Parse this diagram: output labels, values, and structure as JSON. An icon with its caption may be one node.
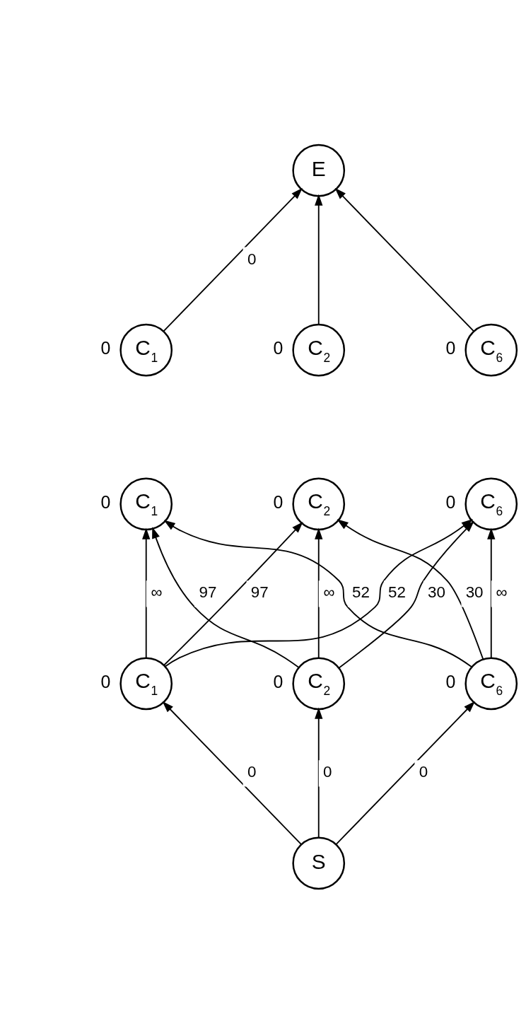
{
  "diagram": {
    "nodes": [
      {
        "text": [
          "S"
        ]
      },
      {
        "text": [
          "C$_{1}$"
        ],
        "beside": [
          "0"
        ]
      },
      {
        "text": [
          "C$_{2}$"
        ],
        "beside": [
          "0"
        ]
      },
      {
        "text": [
          "C$_{6}$"
        ],
        "beside": [
          "0"
        ]
      },
      {
        "text": [
          "C$_{1}$"
        ],
        "beside": [
          "0"
        ]
      },
      {
        "text": [
          "C$_{2}$"
        ],
        "beside": [
          "0"
        ]
      },
      {
        "text": [
          "C$_{6}$"
        ],
        "beside": [
          "0"
        ]
      },
      {
        "text": [
          "C$_{1}$"
        ],
        "beside": [
          "0"
        ]
      },
      {
        "text": [
          "C$_{2}$"
        ],
        "beside": [
          "0"
        ]
      },
      {
        "text": [
          "C$_{6}$"
        ],
        "beside": [
          "0"
        ]
      },
      {
        "text": [
          "E"
        ]
      }
    ],
    "edges": [
      {
        "from": 0,
        "to": 1,
        "arrow": "to",
        "label": "0"
      },
      {
        "from": 0,
        "to": 2,
        "arrow": "to",
        "label": "0"
      },
      {
        "from": 0,
        "to": 3,
        "arrow": "to",
        "label": "0"
      },
      {
        "from": 1,
        "to": 4,
        "arrow": "to",
        "label": "∞"
      },
      {
        "from": 1,
        "to": 5,
        "arrow": "to",
        "label": "97"
      },
      {
        "from": 1,
        "to": 6,
        "arrow": "to",
        "label": "52"
      },
      {
        "from": 2,
        "to": 4,
        "arrow": "to",
        "label": "97"
      },
      {
        "from": 2,
        "to": 5,
        "arrow": "to",
        "label": "∞"
      },
      {
        "from": 2,
        "to": 6,
        "arrow": "to",
        "label": "30"
      },
      {
        "from": 3,
        "to": 4,
        "arrow": "to",
        "label": "52"
      },
      {
        "from": 3,
        "to": 5,
        "arrow": "to",
        "label": "30"
      },
      {
        "from": 3,
        "to": 6,
        "arrow": "to",
        "label": "∞"
      },
      {
        "from": 7,
        "to": 10,
        "arrow": "to",
        "label": "0"
      },
      {
        "from": 8,
        "to": 10,
        "arrow": "to"
      },
      {
        "from": 9,
        "to": 10,
        "arrow": "to"
      }
    ]
  }
}
